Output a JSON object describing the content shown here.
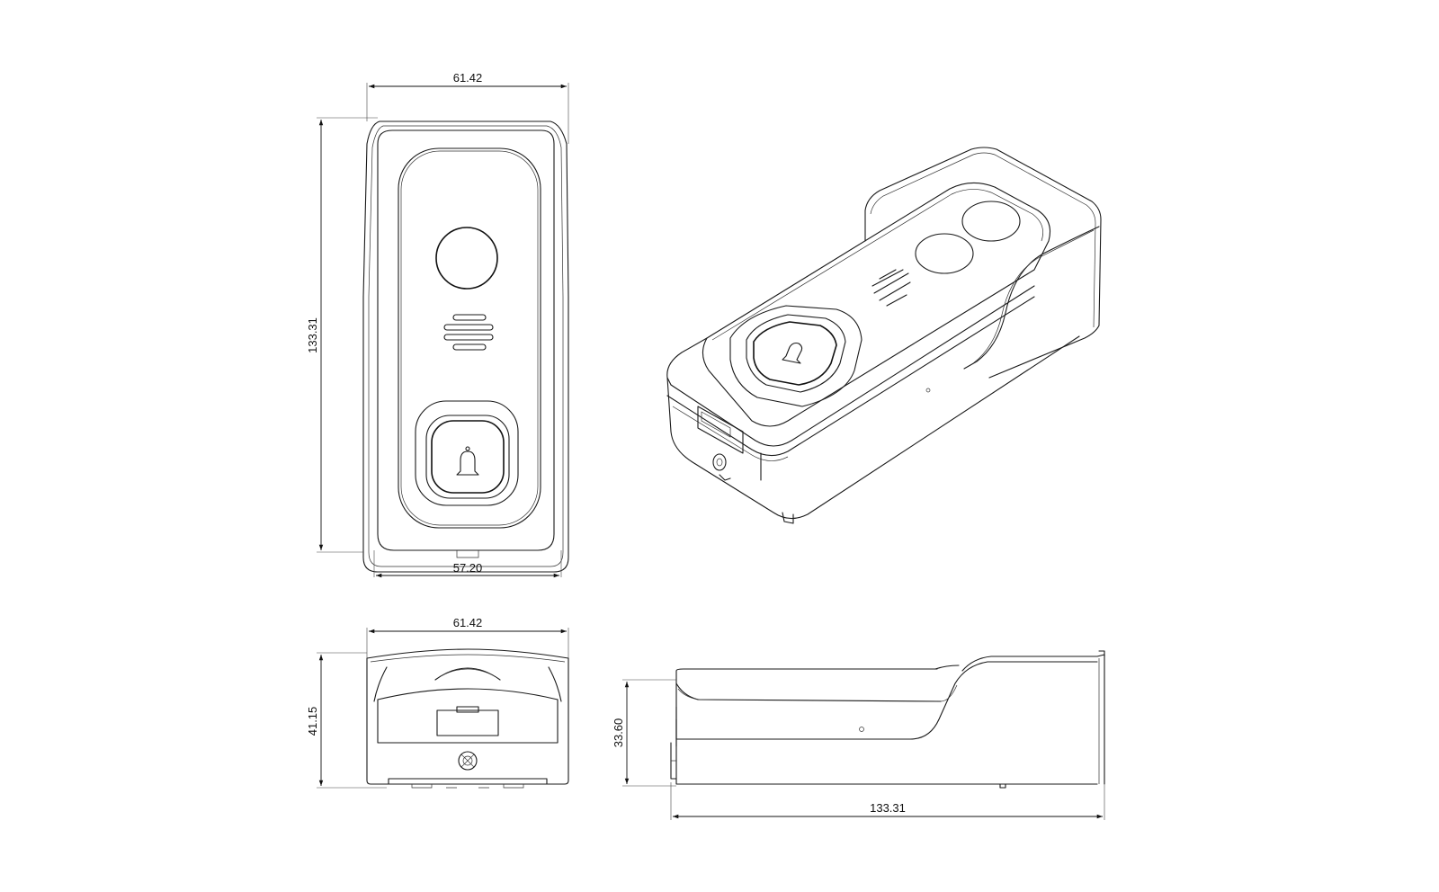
{
  "dimensions": {
    "front_width": "61.42",
    "front_height": "133.31",
    "front_base_width": "57.20",
    "top_width": "61.42",
    "top_depth": "41.15",
    "side_height": "33.60",
    "side_length": "133.31"
  },
  "icons": {
    "bell": "bell-icon",
    "speaker": "speaker-grille-icon",
    "camera": "camera-lens-icon",
    "screw": "screw-icon"
  },
  "colors": {
    "line": "#1a1a1a",
    "background": "#ffffff"
  }
}
